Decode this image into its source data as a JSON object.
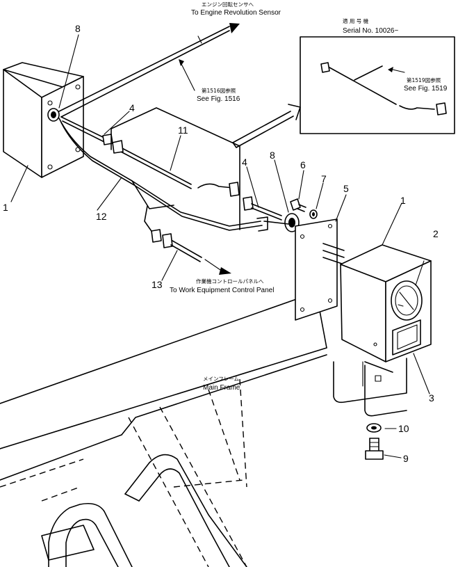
{
  "labels": {
    "engine_sensor_jp": "エンジン回転センサへ",
    "engine_sensor_en": "To Engine Revolution Sensor",
    "see_1516_jp": "第1516図参照",
    "see_1516_en": "See Fig. 1516",
    "serial_jp": "適 用 号 機",
    "serial_en": "Serial No. 10026~",
    "see_1519_jp": "第1519図参照",
    "see_1519_en": "See Fig. 1519",
    "work_panel_jp": "作業機コントロールパネルへ",
    "work_panel_en": "To Work Equipment Control Panel",
    "main_frame_jp": "メインフレーム",
    "main_frame_en": "Main Frame"
  },
  "part_numbers": {
    "p1_left": "1",
    "p1_right": "1",
    "p2": "2",
    "p3": "3",
    "p4_left": "4",
    "p4_right": "4",
    "p5": "5",
    "p6": "6",
    "p7": "7",
    "p8_left": "8",
    "p8_right": "8",
    "p9": "9",
    "p10": "10",
    "p11": "11",
    "p12": "12",
    "p13": "13"
  }
}
